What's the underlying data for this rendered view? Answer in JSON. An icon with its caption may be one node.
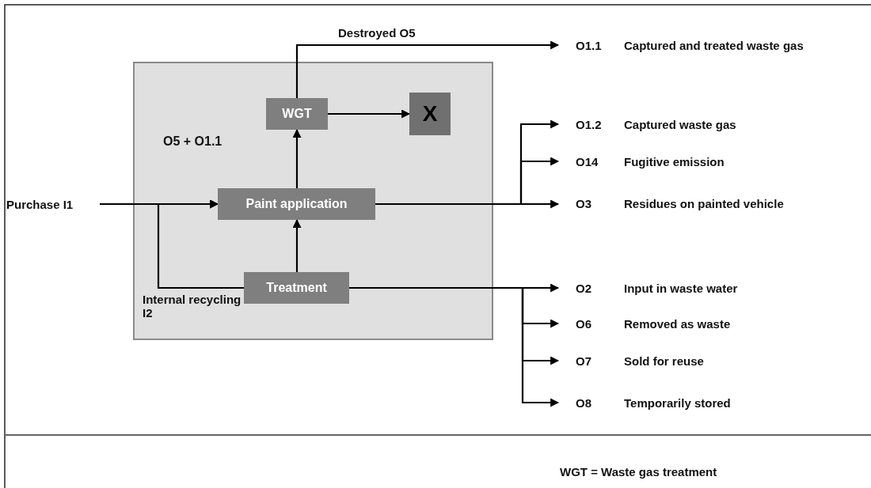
{
  "diagram": {
    "nodes": [
      {
        "text": [
          "O5 + O1.1"
        ]
      },
      {
        "text": [
          "WGT"
        ],
        "in": 0
      },
      {
        "text": [
          "X"
        ],
        "in": 0
      },
      {
        "text": [
          "Paint application"
        ],
        "in": 0
      },
      {
        "text": [
          "Treatment"
        ],
        "in": 0
      },
      {
        "text": [
          "Purchase I1"
        ]
      },
      {
        "text": [
          "O1.1",
          "Captured and treated waste gas"
        ]
      },
      {
        "text": [
          "O1.2",
          "Captured waste gas"
        ]
      },
      {
        "text": [
          "O14",
          "Fugitive emission"
        ]
      },
      {
        "text": [
          "O3",
          "Residues on painted vehicle"
        ]
      },
      {
        "text": [
          "O2",
          "Input in waste water"
        ]
      },
      {
        "text": [
          "O6",
          "Removed as waste"
        ]
      },
      {
        "text": [
          "O7",
          "Sold for reuse"
        ]
      },
      {
        "text": [
          "O8",
          "Temporarily stored"
        ]
      }
    ],
    "edges": [
      {
        "from": 5,
        "to": 3,
        "arrow": "to"
      },
      {
        "from": 4,
        "to": 3,
        "arrow": "to",
        "label": "Internal recycling I2"
      },
      {
        "from": 4,
        "to": 3,
        "arrow": "to"
      },
      {
        "from": 3,
        "to": 1,
        "arrow": "to"
      },
      {
        "from": 1,
        "to": 2,
        "arrow": "to"
      },
      {
        "from": 1,
        "to": 6,
        "arrow": "to",
        "label": "Destroyed O5"
      },
      {
        "from": 3,
        "to": 7,
        "arrow": "to"
      },
      {
        "from": 3,
        "to": 8,
        "arrow": "to"
      },
      {
        "from": 3,
        "to": 9,
        "arrow": "to"
      },
      {
        "from": 4,
        "to": 10,
        "arrow": "to"
      },
      {
        "from": 4,
        "to": 11,
        "arrow": "to"
      },
      {
        "from": 4,
        "to": 12,
        "arrow": "to"
      },
      {
        "from": 4,
        "to": 13,
        "arrow": "to"
      }
    ],
    "labels": [
      "WGT = Waste gas treatment"
    ]
  }
}
